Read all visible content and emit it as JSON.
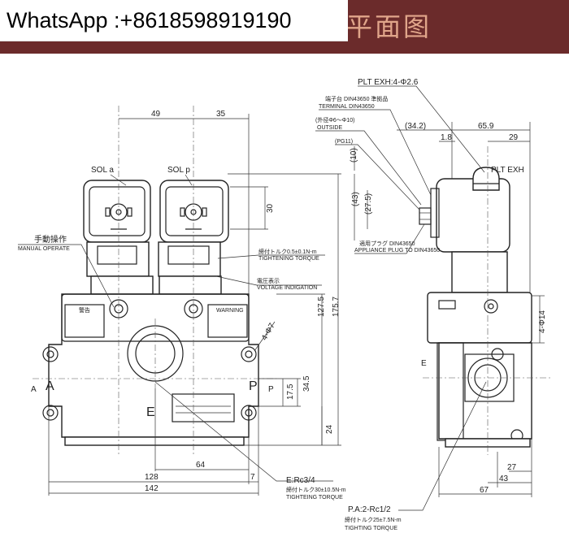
{
  "header": {
    "watermark": "WhatsApp :+8618598919190",
    "title": "平面图"
  },
  "colors": {
    "header_bg": "#6b2b2b",
    "title": "#e0a58a",
    "line": "#222222"
  },
  "front_view": {
    "sol_a": "SOL a",
    "sol_p": "SOL p",
    "manual_operate_jp": "手動操作",
    "manual_operate_en": "MANUAL OPERATE",
    "tighten_coil_jp": "締付トルク0.5±0.1N-m",
    "tighten_coil_en": "TIGHTENING TORQUE",
    "voltage_jp": "電圧表示",
    "voltage_en": "VOLTAGE INDIGATION",
    "hole": "4-Φ7",
    "port_a": "A",
    "port_p": "P",
    "port_e": "E",
    "side_a": "A",
    "side_p": "P",
    "warning_jp": "警告",
    "warning_en": "WARNING",
    "d_49": "49",
    "d_35": "35",
    "d_30": "30",
    "d_1275": "127.5",
    "d_1757": "175.7",
    "d_345": "34.5",
    "d_175": "17.5",
    "d_24": "24",
    "d_128": "128",
    "d_64": "64",
    "d_7": "7",
    "d_142": "142",
    "e_port": "E:Rc3/4",
    "e_torque_jp": "締付トルク30±10.5N-m",
    "e_torque_en": "TIGHTEING TORQUE"
  },
  "side_view": {
    "plt_exh_hole": "PLT EXH:4-Φ2.6",
    "terminal_jp": "端子台 DIN43650 準拠品",
    "terminal_en": "TERMINAL DIN43650",
    "outside_jp": "(外径Φ6～Φ10)",
    "outside_en": "OUTSIDE",
    "pg11": "(PG11)",
    "d_10": "(10)",
    "d_43": "(43)",
    "d_275": "(27.5)",
    "d_342": "(34.2)",
    "d_18": "1.8",
    "d_659": "65.9",
    "d_29": "29",
    "plt_exh": "PLT EXH",
    "plug_jp": "適用プラグ DIN43650",
    "plug_en": "APPLIANCE PLUG TO DIN43650",
    "d_4phi14": "4-Φ14",
    "port_e": "E",
    "d_27": "27",
    "d_43b": "43",
    "d_67": "67",
    "pa_port": "P.A:2-Rc1/2",
    "pa_torque_jp": "締付トルク25±7.5N-m",
    "pa_torque_en": "TIGHTING TORQUE"
  }
}
